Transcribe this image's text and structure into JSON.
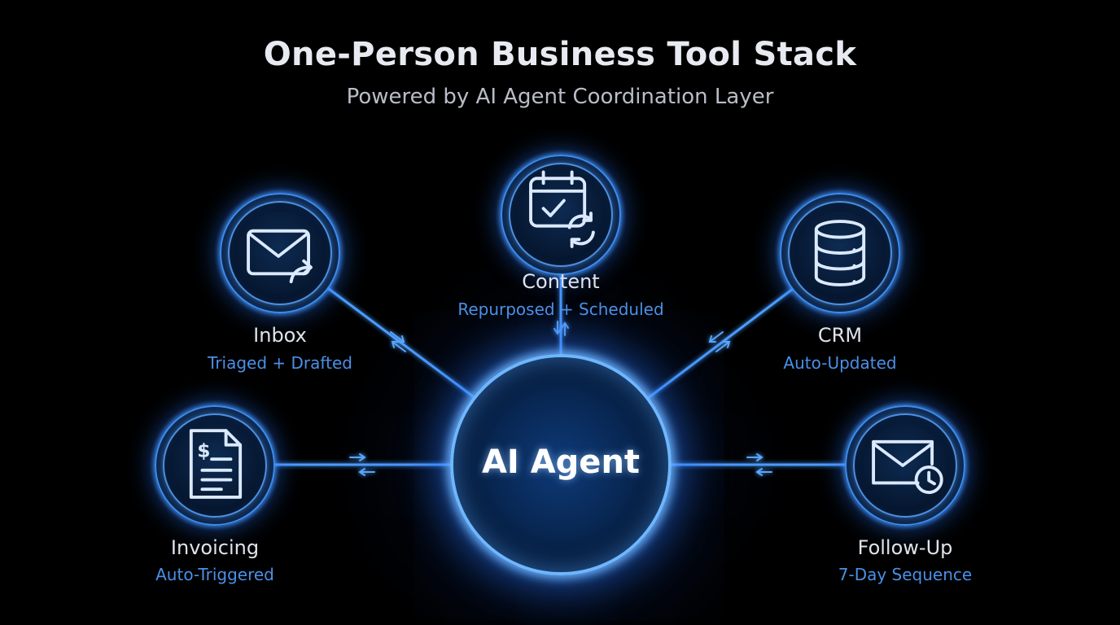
{
  "header": {
    "title": "One-Person Business Tool Stack",
    "subtitle": "Powered by AI Agent Coordination Layer"
  },
  "hub": {
    "label": "AI Agent"
  },
  "nodes": [
    {
      "id": "content",
      "name": "Content",
      "status": "Repurposed + Scheduled",
      "icon": "calendar-sync-icon"
    },
    {
      "id": "inbox",
      "name": "Inbox",
      "status": "Triaged + Drafted",
      "icon": "mail-forward-icon"
    },
    {
      "id": "crm",
      "name": "CRM",
      "status": "Auto-Updated",
      "icon": "database-icon"
    },
    {
      "id": "invoicing",
      "name": "Invoicing",
      "status": "Auto-Triggered",
      "icon": "invoice-document-icon"
    },
    {
      "id": "followup",
      "name": "Follow-Up",
      "status": "7-Day Sequence",
      "icon": "mail-clock-icon"
    }
  ],
  "colors": {
    "background": "#000000",
    "accent": "#3d8df0",
    "status_text": "#4a90e8",
    "title_text": "#e7eaf0"
  }
}
